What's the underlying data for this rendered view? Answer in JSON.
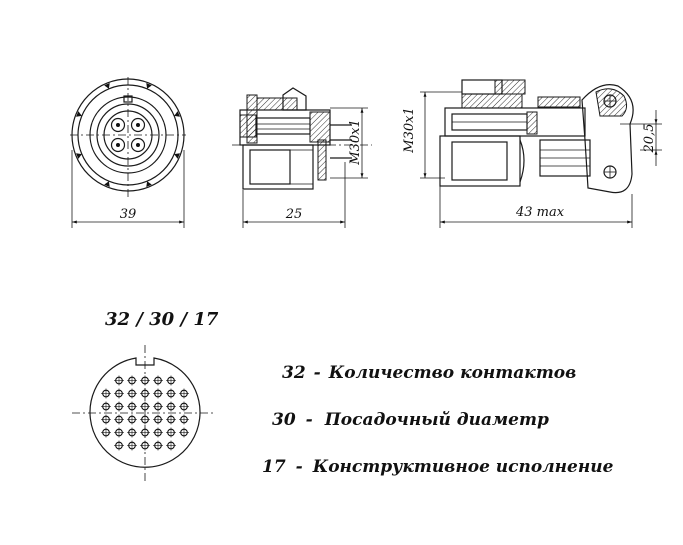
{
  "dimensions": {
    "front_width": "39",
    "side_length": "25",
    "thread_side": "M30x1",
    "thread_plug": "M30x1",
    "plug_length": "43 max",
    "flange_height": "20,5"
  },
  "designation": "32 / 30 / 17",
  "legend": [
    {
      "code": "32",
      "sep": "-",
      "text": "Количество контактов"
    },
    {
      "code": "30",
      "sep": "-",
      "text": "Посадочный диаметр"
    },
    {
      "code": "17",
      "sep": "-",
      "text": "Конструктивное исполнение"
    }
  ]
}
